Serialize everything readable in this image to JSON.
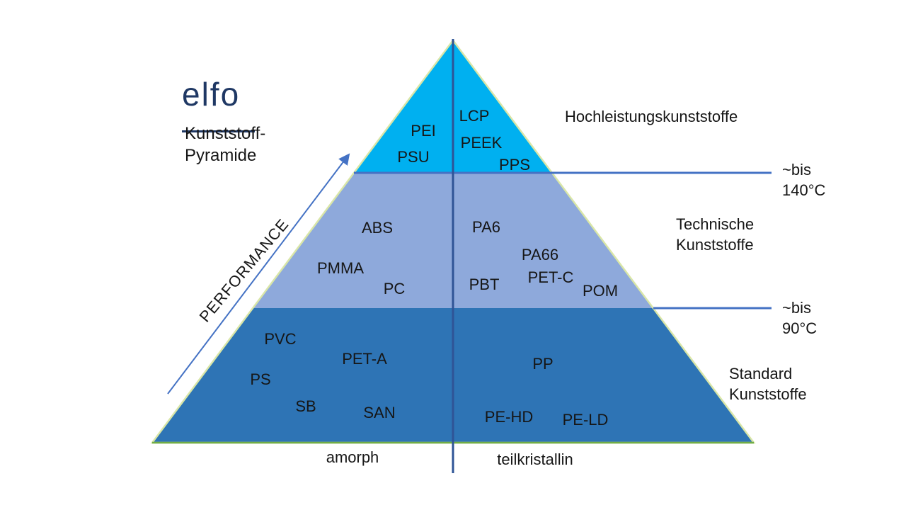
{
  "logo": {
    "name": "elfo",
    "subtitle": [
      "Kunststoff-",
      "Pyramide"
    ]
  },
  "performance_axis": {
    "label": "PERFORMANCE"
  },
  "category_labels": [
    {
      "lines": [
        "Hochleistungskunststoffe"
      ]
    },
    {
      "lines": [
        "Technische",
        "Kunststoffe"
      ]
    },
    {
      "lines": [
        "Standard",
        "Kunststoffe"
      ]
    }
  ],
  "temp_markers": [
    {
      "lines": [
        "~bis",
        "140°C"
      ]
    },
    {
      "lines": [
        "~bis",
        "90°C"
      ]
    }
  ],
  "base_axis": {
    "left_label": "amorph",
    "right_label": "teilkristallin"
  },
  "materials": [
    {
      "name": "PEI",
      "tier": "Hochleistungskunststoffe",
      "structure": "amorph"
    },
    {
      "name": "PSU",
      "tier": "Hochleistungskunststoffe",
      "structure": "amorph"
    },
    {
      "name": "LCP",
      "tier": "Hochleistungskunststoffe",
      "structure": "teilkristallin"
    },
    {
      "name": "PEEK",
      "tier": "Hochleistungskunststoffe",
      "structure": "teilkristallin"
    },
    {
      "name": "PPS",
      "tier": "Hochleistungskunststoffe",
      "structure": "teilkristallin"
    },
    {
      "name": "ABS",
      "tier": "Technische Kunststoffe",
      "structure": "amorph"
    },
    {
      "name": "PMMA",
      "tier": "Technische Kunststoffe",
      "structure": "amorph"
    },
    {
      "name": "PC",
      "tier": "Technische Kunststoffe",
      "structure": "amorph"
    },
    {
      "name": "PA6",
      "tier": "Technische Kunststoffe",
      "structure": "teilkristallin"
    },
    {
      "name": "PA66",
      "tier": "Technische Kunststoffe",
      "structure": "teilkristallin"
    },
    {
      "name": "PBT",
      "tier": "Technische Kunststoffe",
      "structure": "teilkristallin"
    },
    {
      "name": "PET-C",
      "tier": "Technische Kunststoffe",
      "structure": "teilkristallin"
    },
    {
      "name": "POM",
      "tier": "Technische Kunststoffe",
      "structure": "teilkristallin"
    },
    {
      "name": "PVC",
      "tier": "Standard Kunststoffe",
      "structure": "amorph"
    },
    {
      "name": "PS",
      "tier": "Standard Kunststoffe",
      "structure": "amorph"
    },
    {
      "name": "SB",
      "tier": "Standard Kunststoffe",
      "structure": "amorph"
    },
    {
      "name": "PET-A",
      "tier": "Standard Kunststoffe",
      "structure": "amorph"
    },
    {
      "name": "SAN",
      "tier": "Standard Kunststoffe",
      "structure": "amorph"
    },
    {
      "name": "PP",
      "tier": "Standard Kunststoffe",
      "structure": "teilkristallin"
    },
    {
      "name": "PE-HD",
      "tier": "Standard Kunststoffe",
      "structure": "teilkristallin"
    },
    {
      "name": "PE-LD",
      "tier": "Standard Kunststoffe",
      "structure": "teilkristallin"
    }
  ],
  "colors": {
    "tier_top": "#00B0F0",
    "tier_middle": "#8EA9DB",
    "tier_bottom": "#2E74B5",
    "line_blue": "#4472C4",
    "center_line": "#2F5496",
    "outline_pale_green": "#D9E6A8",
    "base_green": "#70AD47",
    "logo_navy": "#1F3864"
  }
}
